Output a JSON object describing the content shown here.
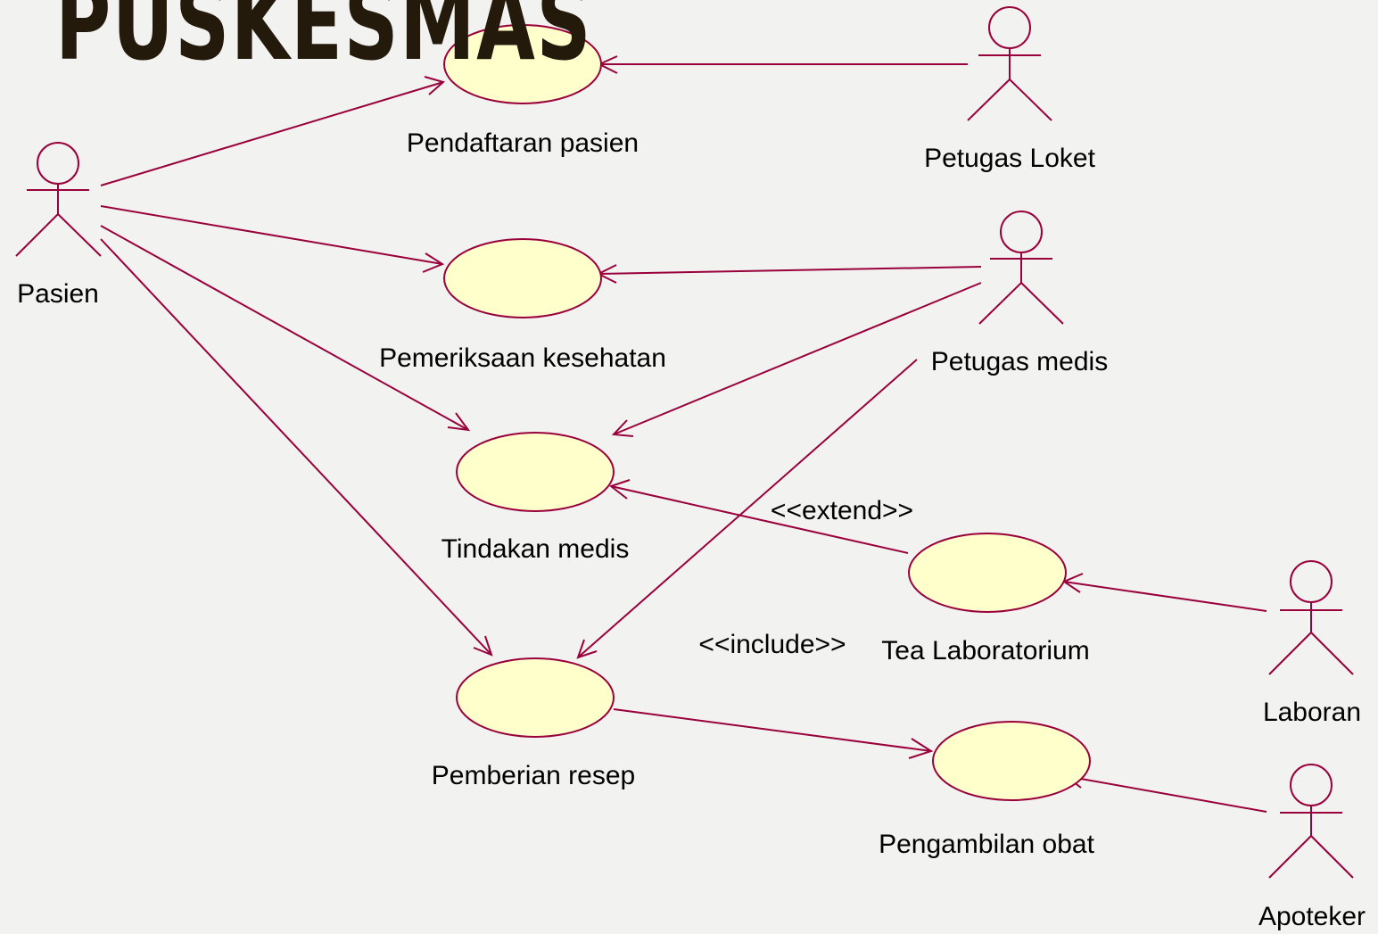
{
  "title": "PUSKESMAS",
  "colors": {
    "line": "#99003c",
    "usecase_fill": "#ffffcc",
    "background": "#f2f2f0",
    "title": "#241a0c"
  },
  "actors": [
    {
      "id": "pasien",
      "label": "Pasien"
    },
    {
      "id": "petugas-loket",
      "label": "Petugas Loket"
    },
    {
      "id": "petugas-medis",
      "label": "Petugas medis"
    },
    {
      "id": "laboran",
      "label": "Laboran"
    },
    {
      "id": "apoteker",
      "label": "Apoteker"
    }
  ],
  "use_cases": [
    {
      "id": "pendaftaran",
      "label": "Pendaftaran pasien"
    },
    {
      "id": "pemeriksaan",
      "label": "Pemeriksaan kesehatan"
    },
    {
      "id": "tindakan",
      "label": "Tindakan medis"
    },
    {
      "id": "pemberian",
      "label": "Pemberian resep"
    },
    {
      "id": "laboratorium",
      "label": "Tea Laboratorium"
    },
    {
      "id": "pengambilan",
      "label": "Pengambilan obat"
    }
  ],
  "relations": [
    {
      "from": "pasien",
      "to": "pendaftaran"
    },
    {
      "from": "pasien",
      "to": "pemeriksaan"
    },
    {
      "from": "pasien",
      "to": "tindakan"
    },
    {
      "from": "pasien",
      "to": "pemberian"
    },
    {
      "from": "petugas-loket",
      "to": "pendaftaran"
    },
    {
      "from": "petugas-medis",
      "to": "pemeriksaan"
    },
    {
      "from": "petugas-medis",
      "to": "tindakan"
    },
    {
      "from": "petugas-medis",
      "to": "pemberian"
    },
    {
      "from": "laboratorium",
      "to": "tindakan",
      "stereotype": "<<extend>>"
    },
    {
      "from": "laboran",
      "to": "laboratorium"
    },
    {
      "from": "pemberian",
      "to": "pengambilan",
      "stereotype": "<<include>>"
    },
    {
      "from": "apoteker",
      "to": "pengambilan"
    }
  ]
}
